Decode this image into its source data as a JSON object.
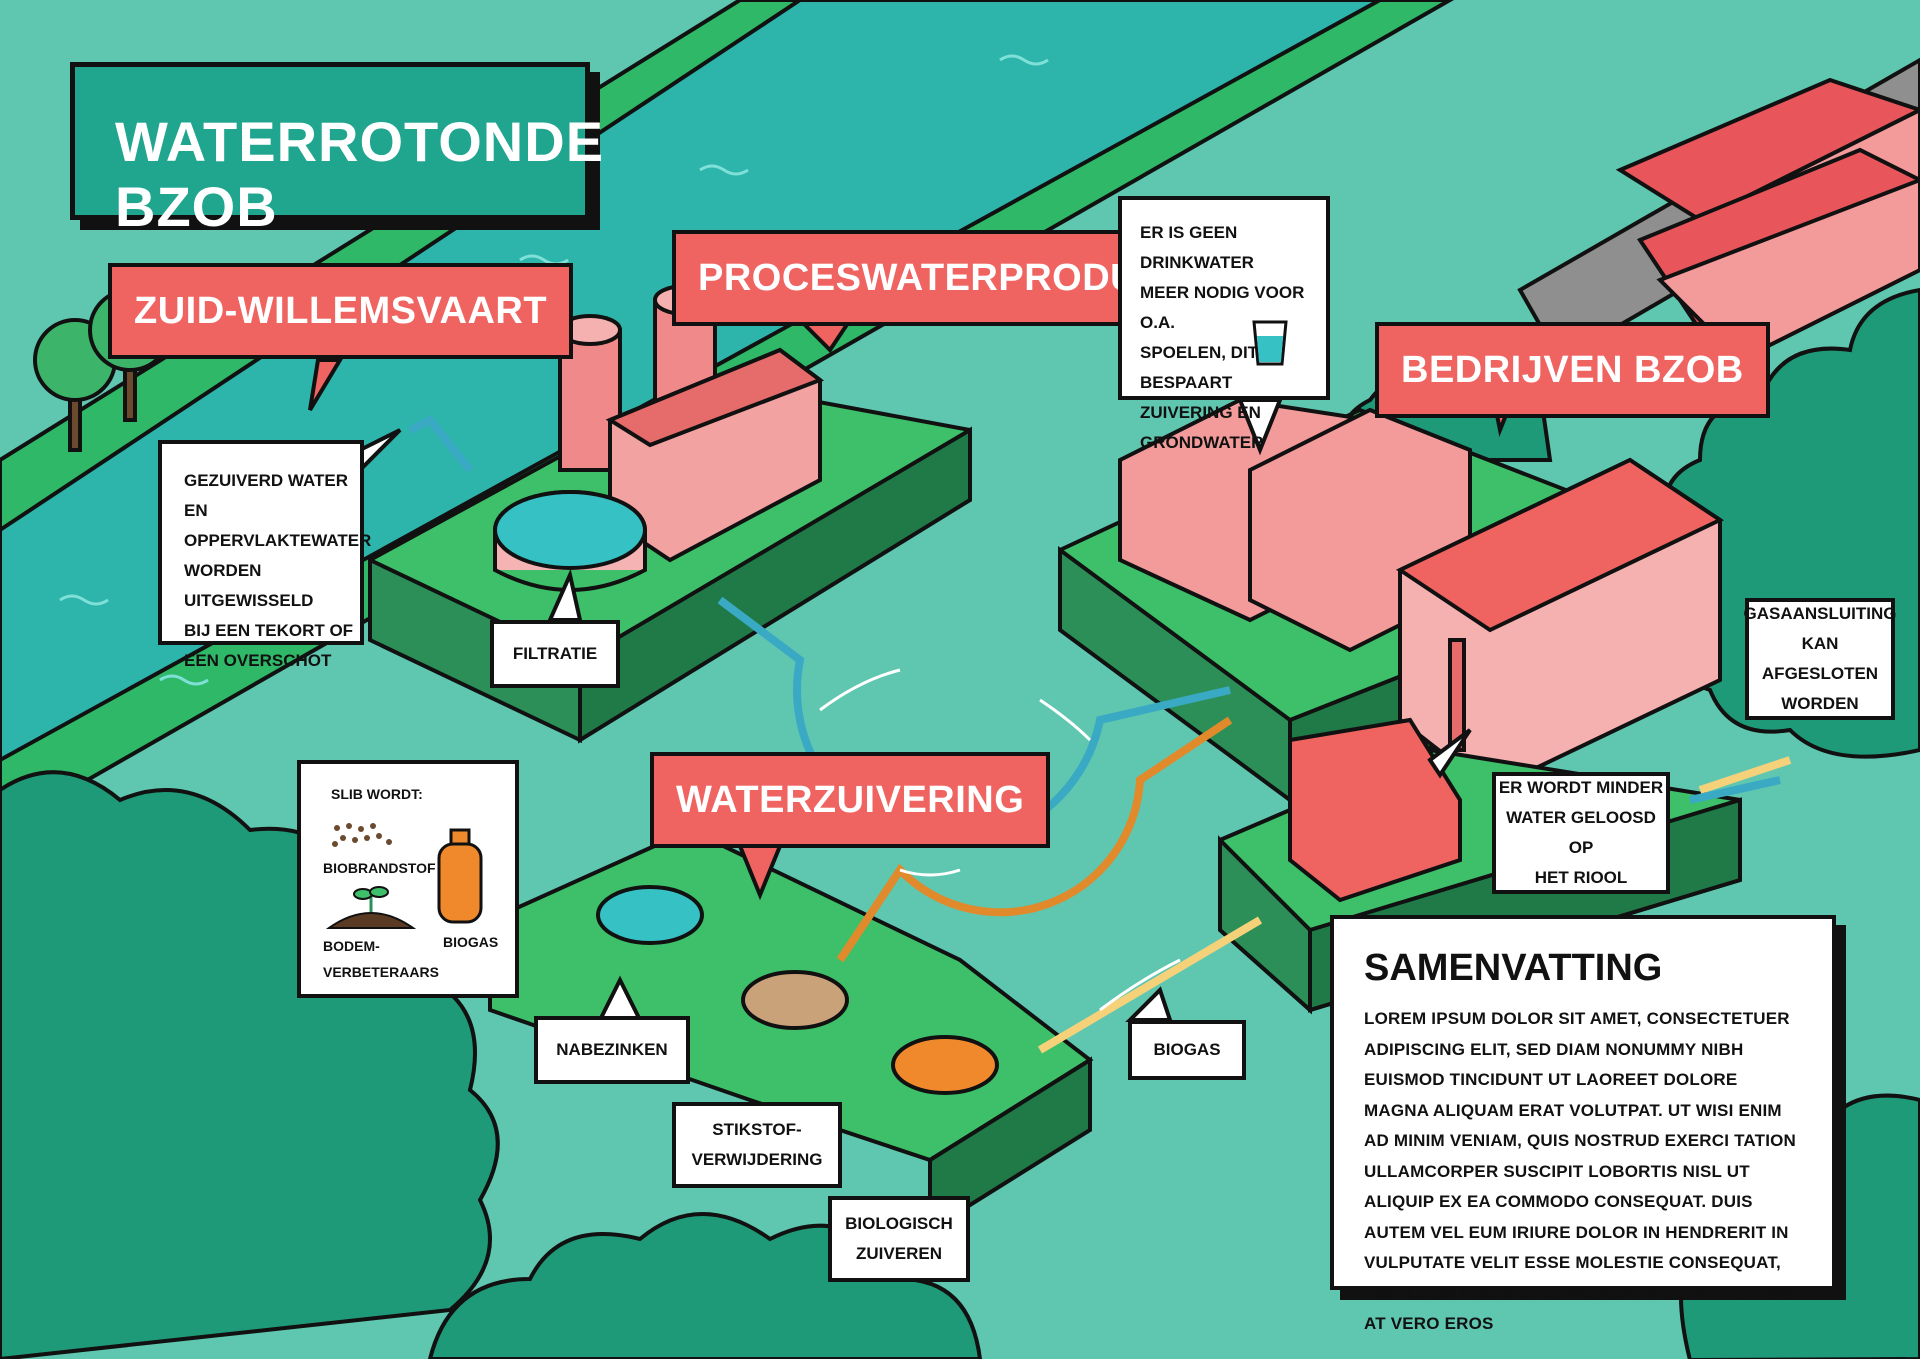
{
  "title": "WATERROTONDE BZOB",
  "labels": {
    "zuid_willemsvaart": "ZUID-WILLEMSVAART",
    "proceswaterproductie": "PROCESWATERPRODUCTIE",
    "waterzuivering": "WATERZUIVERING",
    "bedrijven_bzob": "BEDRIJVEN BZOB"
  },
  "callouts": {
    "uitgewisseld": [
      "GEZUIVERD WATER EN",
      "OPPERVLAKTEWATER",
      "WORDEN UITGEWISSELD",
      "BIJ EEN TEKORT OF",
      "EEN OVERSCHOT"
    ],
    "filtratie": "FILTRATIE",
    "drinkwater": [
      "ER IS GEEN DRINKWATER",
      "MEER NODIG VOOR O.A.",
      "SPOELEN, DIT BESPAART",
      "ZUIVERING EN",
      "GRONDWATER"
    ],
    "gasaansluiting": [
      "GASAANSLUITING",
      "KAN AFGESLOTEN",
      "WORDEN"
    ],
    "riool": [
      "ER WORDT MINDER",
      "WATER GELOOSD OP",
      "HET RIOOL"
    ],
    "nabezinken": "NABEZINKEN",
    "stikstof": [
      "STIKSTOF-",
      "VERWIJDERING"
    ],
    "biologisch": [
      "BIOLOGISCH",
      "ZUIVEREN"
    ],
    "biogas": "BIOGAS"
  },
  "slib": {
    "heading": "SLIB WORDT:",
    "biobrandstof": "BIOBRANDSTOF",
    "bodem1": "BODEM-",
    "bodem2": "VERBETERAARS",
    "biogas": "BIOGAS"
  },
  "summary": {
    "heading": "SAMENVATTING",
    "body": "LOREM IPSUM DOLOR SIT AMET, CONSECTETUER ADIPISCING ELIT, SED DIAM NONUMMY NIBH EUISMOD TINCIDUNT UT LAOREET DOLORE MAGNA ALIQUAM ERAT VOLUTPAT. UT WISI ENIM AD MINIM VENIAM, QUIS NOSTRUD EXERCI TATION ULLAMCORPER SUSCIPIT LOBORTIS NISL UT ALIQUIP EX EA COMMODO CONSEQUAT. DUIS AUTEM VEL EUM IRIURE DOLOR IN HENDRERIT IN VULPUTATE VELIT ESSE MOLESTIE CONSEQUAT, VEL ILLUM DOLORE EU FEUGIAT NULLA FACILISIS AT VERO EROS"
  },
  "colors": {
    "background": "#5fc6b0",
    "river": "#2db5ac",
    "grass": "#3dc069",
    "accent_red": "#ef6461",
    "title_green": "#20a58f",
    "pipe_blue": "#3aa9c4",
    "pipe_orange": "#e08a2c"
  }
}
